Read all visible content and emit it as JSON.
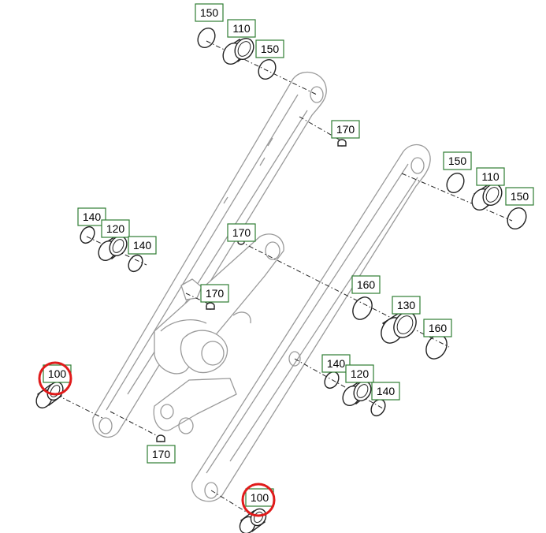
{
  "colors": {
    "callout_border": "#2e7d32",
    "highlight": "#e01b1b",
    "part_outline": "#9a9a9a",
    "line": "#222222"
  },
  "callouts": [
    {
      "id": "c-150-a",
      "label": "150"
    },
    {
      "id": "c-110-a",
      "label": "110"
    },
    {
      "id": "c-150-b",
      "label": "150"
    },
    {
      "id": "c-170-a",
      "label": "170"
    },
    {
      "id": "c-150-c",
      "label": "150"
    },
    {
      "id": "c-110-b",
      "label": "110"
    },
    {
      "id": "c-150-d",
      "label": "150"
    },
    {
      "id": "c-140-a",
      "label": "140"
    },
    {
      "id": "c-120-a",
      "label": "120"
    },
    {
      "id": "c-140-b",
      "label": "140"
    },
    {
      "id": "c-170-b",
      "label": "170"
    },
    {
      "id": "c-170-c",
      "label": "170"
    },
    {
      "id": "c-160-a",
      "label": "160"
    },
    {
      "id": "c-130",
      "label": "130"
    },
    {
      "id": "c-160-b",
      "label": "160"
    },
    {
      "id": "c-140-c",
      "label": "140"
    },
    {
      "id": "c-120-b",
      "label": "120"
    },
    {
      "id": "c-140-d",
      "label": "140"
    },
    {
      "id": "c-100-a",
      "label": "100"
    },
    {
      "id": "c-170-d",
      "label": "170"
    },
    {
      "id": "c-100-b",
      "label": "100"
    }
  ],
  "highlighted_labels": [
    "100",
    "100"
  ]
}
